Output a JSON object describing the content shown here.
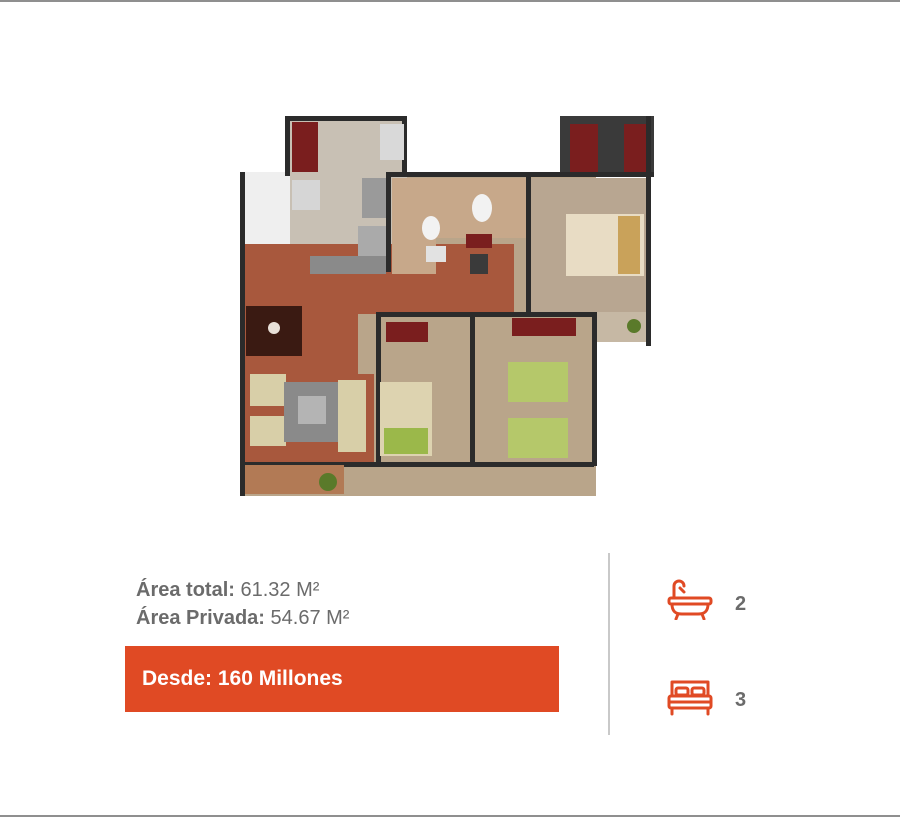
{
  "area_total": {
    "label": "Área total:",
    "value": "61.32 M²"
  },
  "area_privada": {
    "label": "Área Privada:",
    "value": "54.67 M²"
  },
  "price": {
    "label": "Desde: 160 Millones"
  },
  "features": {
    "bathrooms": {
      "icon": "bathtub-icon",
      "count": "2"
    },
    "bedrooms": {
      "icon": "bed-icon",
      "count": "3"
    }
  },
  "colors": {
    "accent": "#e04a24",
    "text": "#6b6b6b",
    "divider": "#c9c9c9"
  }
}
